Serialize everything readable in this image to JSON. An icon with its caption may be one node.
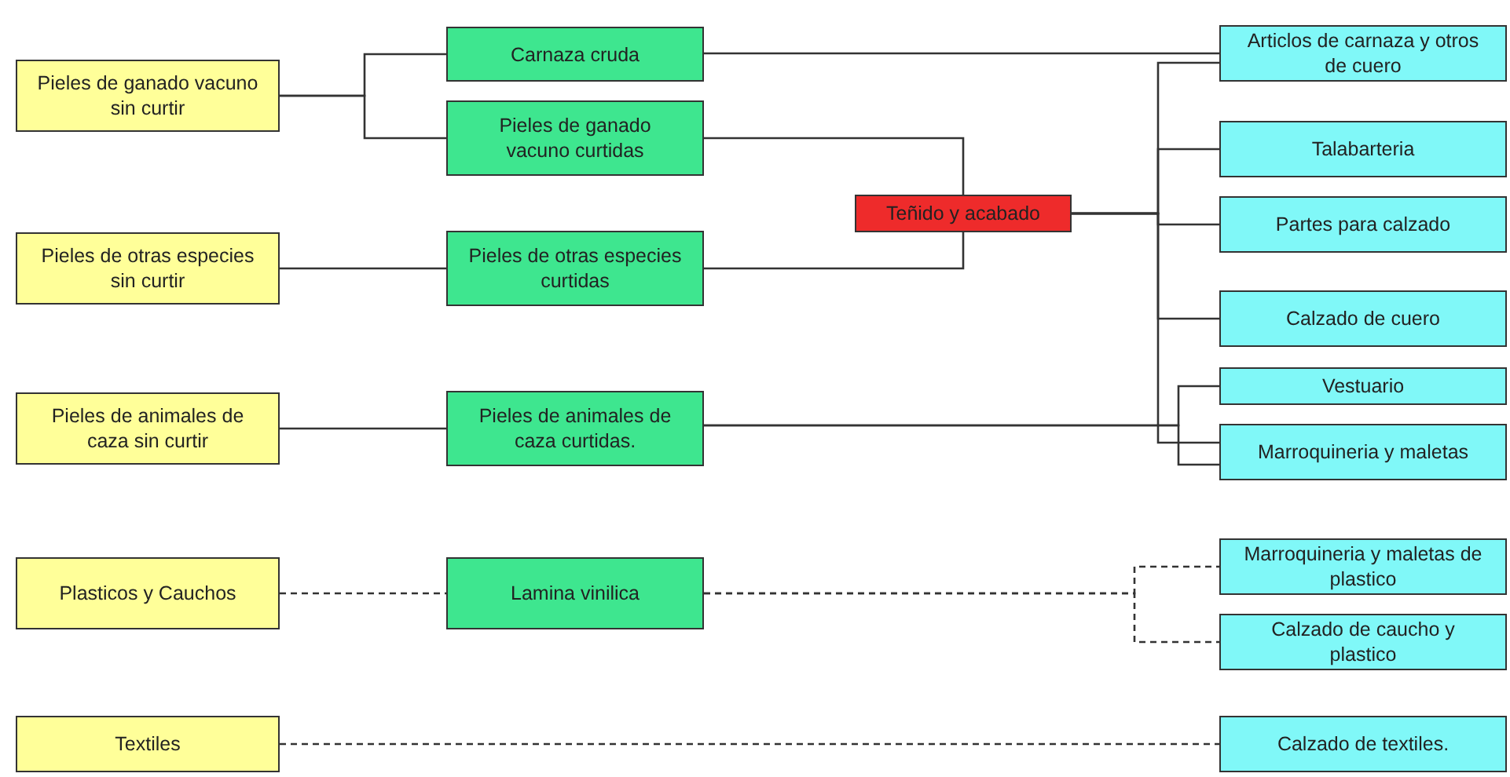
{
  "diagram": {
    "nodes": [
      {
        "text": [
          "Pieles de ganado vacuno sin curtir"
        ]
      },
      {
        "text": [
          "Pieles de otras especies sin curtir"
        ]
      },
      {
        "text": [
          "Pieles de animales de caza sin curtir"
        ]
      },
      {
        "text": [
          "Plasticos y Cauchos"
        ]
      },
      {
        "text": [
          "Textiles"
        ]
      },
      {
        "text": [
          "Carnaza cruda"
        ]
      },
      {
        "text": [
          "Pieles de ganado vacuno curtidas"
        ]
      },
      {
        "text": [
          "Pieles de otras especies curtidas"
        ]
      },
      {
        "text": [
          "Pieles de animales de caza curtidas."
        ]
      },
      {
        "text": [
          "Lamina vinilica"
        ]
      },
      {
        "text": [
          "Teñido y acabado"
        ]
      },
      {
        "text": [
          "Articlos de carnaza y otros de cuero"
        ]
      },
      {
        "text": [
          "Talabarteria"
        ]
      },
      {
        "text": [
          "Partes para calzado"
        ]
      },
      {
        "text": [
          "Calzado de cuero"
        ]
      },
      {
        "text": [
          "Vestuario"
        ]
      },
      {
        "text": [
          "Marroquineria y maletas"
        ]
      },
      {
        "text": [
          "Marroquineria y maletas de plastico"
        ]
      },
      {
        "text": [
          "Calzado de caucho y plastico"
        ]
      },
      {
        "text": [
          "Calzado de textiles."
        ]
      }
    ],
    "edges": [
      {
        "from": 0,
        "to": 5,
        "arrow": "none"
      },
      {
        "from": 0,
        "to": 6,
        "arrow": "none"
      },
      {
        "from": 1,
        "to": 7,
        "arrow": "none"
      },
      {
        "from": 2,
        "to": 8,
        "arrow": "none"
      },
      {
        "from": 3,
        "to": 9,
        "arrow": "none",
        "style": "dashed"
      },
      {
        "from": 4,
        "to": 19,
        "arrow": "none",
        "style": "dashed"
      },
      {
        "from": 5,
        "to": 11,
        "arrow": "none"
      },
      {
        "from": 6,
        "to": 10,
        "arrow": "none"
      },
      {
        "from": 7,
        "to": 10,
        "arrow": "none"
      },
      {
        "from": 10,
        "to": 11,
        "arrow": "none"
      },
      {
        "from": 10,
        "to": 12,
        "arrow": "none"
      },
      {
        "from": 10,
        "to": 13,
        "arrow": "none"
      },
      {
        "from": 10,
        "to": 14,
        "arrow": "none"
      },
      {
        "from": 10,
        "to": 16,
        "arrow": "none"
      },
      {
        "from": 8,
        "to": 15,
        "arrow": "none"
      },
      {
        "from": 8,
        "to": 16,
        "arrow": "none"
      },
      {
        "from": 9,
        "to": 17,
        "arrow": "none",
        "style": "dashed"
      },
      {
        "from": 9,
        "to": 18,
        "arrow": "none",
        "style": "dashed"
      }
    ]
  }
}
